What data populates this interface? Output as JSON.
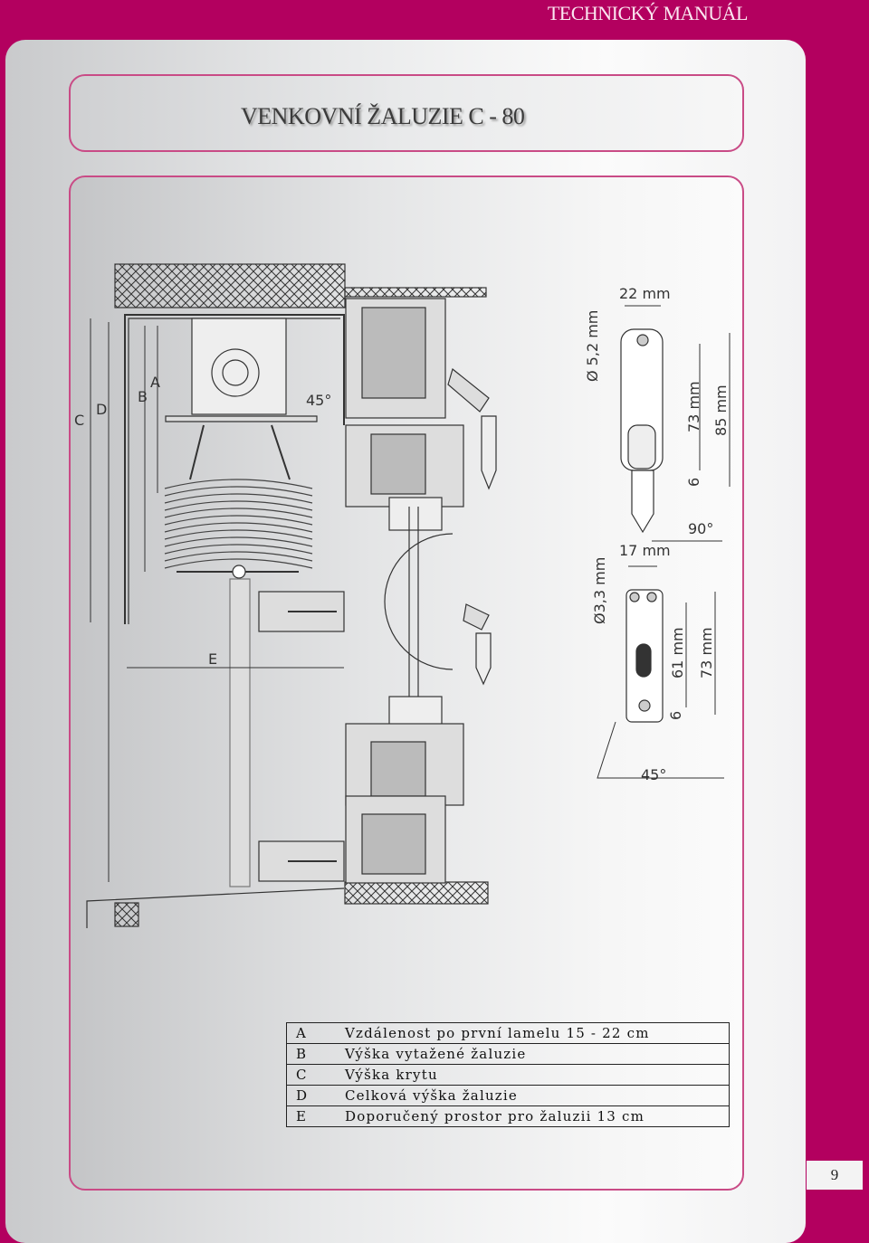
{
  "header": {
    "title": "TECHNICKÝ MANUÁL"
  },
  "document": {
    "title": "VENKOVNÍ ŽALUZIE C - 80"
  },
  "drawing": {
    "angle_top": "45°",
    "labels": {
      "a": "A",
      "b": "B",
      "c": "C",
      "d": "D",
      "e": "E"
    },
    "hook_top": {
      "diameter": "Ø 5,2 mm",
      "width": "22 mm",
      "height_inner": "73 mm",
      "height_total": "85 mm",
      "offset": "6",
      "angle": "90°"
    },
    "hook_bottom": {
      "diameter": "Ø3,3 mm",
      "width": "17 mm",
      "height_inner": "61 mm",
      "height_total": "73 mm",
      "offset": "6",
      "angle": "45°"
    }
  },
  "legend": [
    {
      "key": "A",
      "text": "Vzdálenost po první lamelu  15 - 22 cm"
    },
    {
      "key": "B",
      "text": "Výška vytažené žaluzie"
    },
    {
      "key": "C",
      "text": "Výška krytu"
    },
    {
      "key": "D",
      "text": "Celková výška žaluzie"
    },
    {
      "key": "E",
      "text": "Doporučený prostor pro žaluzii 13 cm"
    }
  ],
  "page": {
    "number": "9"
  },
  "colors": {
    "brand": "#b3005f",
    "frame": "#c94b86"
  }
}
